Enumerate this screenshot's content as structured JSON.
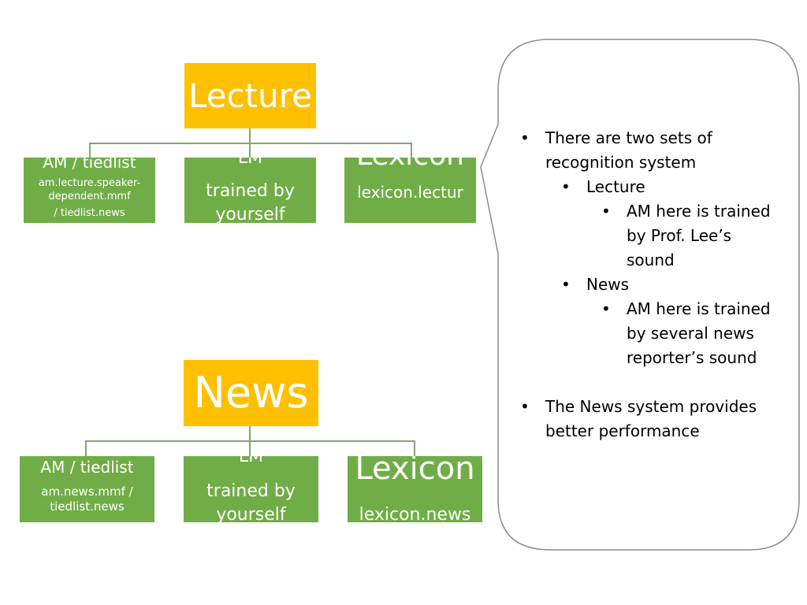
{
  "lecture_chart": {
    "root": "Lecture",
    "am": {
      "title": "AM / tiedlist",
      "detail": "am.lecture.speaker-dependent.mmf",
      "detail2": "/ tiedlist.news"
    },
    "lm": {
      "title": "LM",
      "detail": "trained by",
      "detail2": "yourself"
    },
    "lexicon": {
      "title": "Lexicon",
      "detail": "lexicon.lectur"
    }
  },
  "news_chart": {
    "root": "News",
    "am": {
      "title": "AM / tiedlist",
      "detail": "am.news.mmf /",
      "detail2": "tiedlist.news"
    },
    "lm": {
      "title": "LM",
      "detail": "trained by",
      "detail2": "yourself"
    },
    "lexicon": {
      "title": "Lexicon",
      "detail": "lexicon.news"
    }
  },
  "callout": {
    "bullet_symbol": "•",
    "items": [
      {
        "level": 1,
        "text": "There are two sets of recognition system"
      },
      {
        "level": 2,
        "text": "Lecture"
      },
      {
        "level": 3,
        "text": "AM here is trained by Prof. Lee’s sound"
      },
      {
        "level": 2,
        "text": "News"
      },
      {
        "level": 3,
        "text": "AM here is trained by several news reporter’s sound"
      },
      {
        "level": 1,
        "text": "The News system provides better performance"
      }
    ]
  },
  "colors": {
    "root": "#FFC000",
    "leaf": "#70AD47",
    "connector": "#7FA868",
    "callout_border": "#8C8C8C"
  }
}
